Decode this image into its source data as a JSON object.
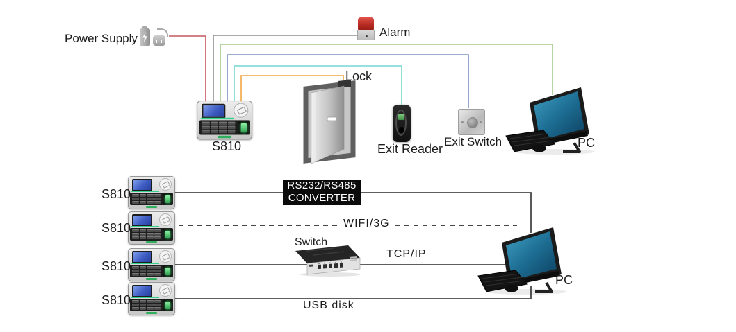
{
  "diagram": {
    "top": {
      "power_supply": {
        "label": "Power Supply"
      },
      "alarm": {
        "label": "Alarm"
      },
      "lock": {
        "label": "Lock"
      },
      "s810": {
        "label": "S810"
      },
      "exit_reader": {
        "label": "Exit Reader"
      },
      "exit_switch": {
        "label": "Exit Switch"
      },
      "pc": {
        "label": "PC"
      }
    },
    "bottom": {
      "devices": [
        {
          "label": "S810"
        },
        {
          "label": "S810"
        },
        {
          "label": "S810"
        },
        {
          "label": "S810"
        }
      ],
      "converter": {
        "line1": "RS232/RS485",
        "line2": "CONVERTER"
      },
      "wifi": {
        "label": "WIFI/3G"
      },
      "switch": {
        "label": "Switch"
      },
      "tcpip": {
        "label": "TCP/IP"
      },
      "usb": {
        "label": "USB disk"
      },
      "pc": {
        "label": "PC"
      }
    },
    "wire_colors": {
      "power": "#c4585e",
      "alarm": "#8f8f8f",
      "pc": "#a4c88b",
      "exit_switch": "#7e90c6",
      "exit_reader": "#74d6d2",
      "lock": "#f1a643",
      "network": "#474747"
    }
  }
}
